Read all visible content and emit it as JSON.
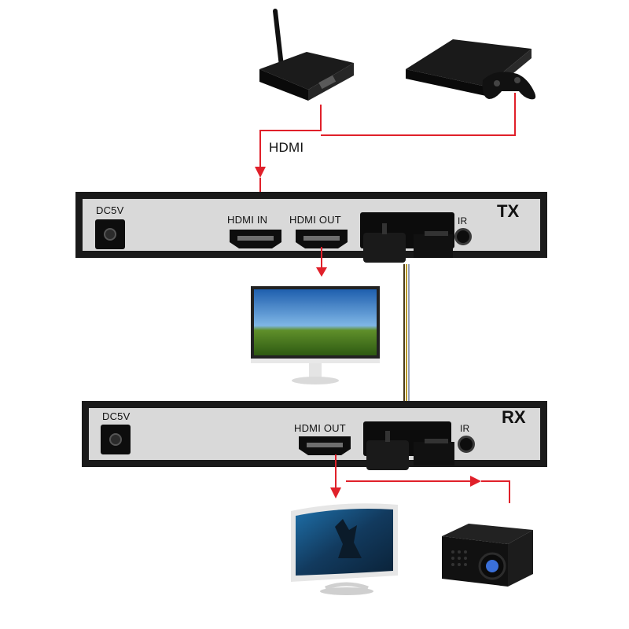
{
  "labels": {
    "hdmi_cable": "HDMI",
    "tx": {
      "title": "TX",
      "dc": "DC5V",
      "hdmi_in": "HDMI IN",
      "hdmi_out": "HDMI OUT",
      "ir": "IR"
    },
    "rx": {
      "title": "RX",
      "dc": "DC5V",
      "hdmi_out": "HDMI OUT",
      "ir": "IR"
    }
  },
  "colors": {
    "signal_line": "#e0202a",
    "panel_frame": "#1a1a1a",
    "panel_face": "#d9d9d9"
  },
  "devices": [
    "tv-box-icon",
    "game-console-icon",
    "monitor-icon",
    "curved-monitor-icon",
    "projector-icon"
  ]
}
